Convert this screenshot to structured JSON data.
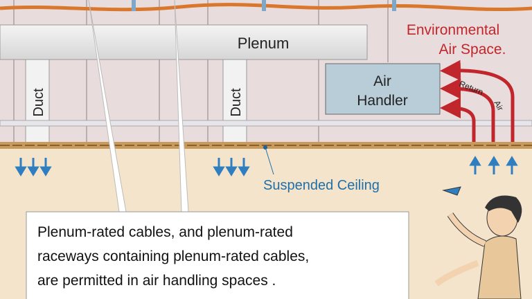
{
  "labels": {
    "plenum": "Plenum",
    "duct_left": "Duct",
    "duct_right": "Duct",
    "air_handler_line1": "Air",
    "air_handler_line2": "Handler",
    "env_line1": "Environmental",
    "env_line2": "Air Space.",
    "return_air_1": "Return",
    "return_air_2": "Air",
    "suspended_ceiling": "Suspended Ceiling"
  },
  "note": {
    "line1": "Plenum-rated cables, and plenum-rated",
    "line2": "raceways containing plenum-rated cables,",
    "line3": "are permitted in air handling spaces ."
  },
  "colors": {
    "env_text": "#c0262b",
    "ceiling_text": "#1f6fa8",
    "arrow_blue": "#2f7fc0",
    "return_arrow": "#c0262b",
    "cable": "#d9782c"
  }
}
